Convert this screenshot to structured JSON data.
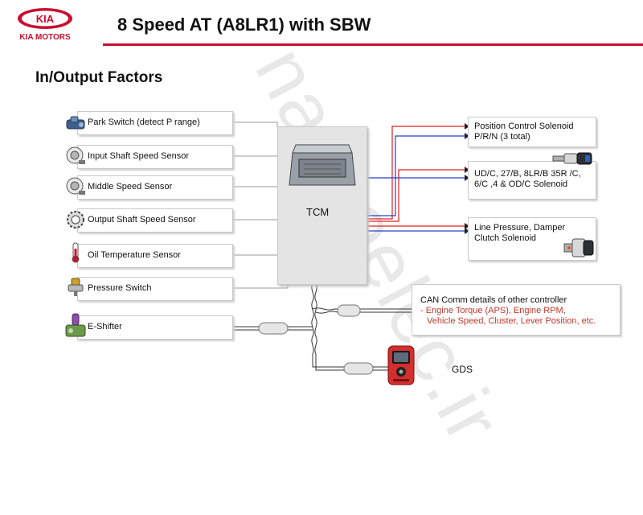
{
  "header": {
    "brand_logo_text": "KIA",
    "brand_logo_subtext": "KIA MOTORS",
    "slide_title": "8 Speed AT (A8LR1) with SBW",
    "section_title": "In/Output Factors",
    "accent_color": "#c8102e"
  },
  "watermark": "nasi.oelec.ir",
  "inputs": [
    {
      "label": "Park Switch (detect P range)",
      "icon": "park-switch-icon"
    },
    {
      "label": "Input Shaft Speed Sensor",
      "icon": "speed-sensor-icon"
    },
    {
      "label": "Middle Speed Sensor",
      "icon": "speed-sensor-icon"
    },
    {
      "label": "Output Shaft Speed Sensor",
      "icon": "gear-sensor-icon"
    },
    {
      "label": "Oil Temperature Sensor",
      "icon": "thermometer-icon"
    },
    {
      "label": "Pressure Switch",
      "icon": "pressure-switch-icon"
    },
    {
      "label": "E-Shifter",
      "icon": "shifter-icon"
    }
  ],
  "tcm": {
    "label": "TCM"
  },
  "outputs": [
    {
      "line1": "Position Control Solenoid",
      "line2": "P/R/N (3 total)",
      "icon": "solenoid-icon"
    },
    {
      "line1": "UD/C, 27/B, 8LR/B 35R /C,",
      "line2": "6/C ,4 & OD/C Solenoid",
      "icon": "solenoid-icon"
    },
    {
      "line1": "Line Pressure, Damper",
      "line2": "Clutch Solenoid",
      "icon": "solenoid-icon"
    }
  ],
  "can": {
    "title": "CAN Comm details of other controller",
    "line1": "- Engine Torque (APS), Engine RPM,",
    "line2": "Vehicle Speed, Cluster, Lever Position, etc."
  },
  "gds": {
    "label": "GDS",
    "icon": "gds-scanner-icon"
  },
  "colors": {
    "signal_red": "#e02020",
    "signal_blue": "#2040d0",
    "wire_gray": "#9a9a9a",
    "can_text": "#c0392b"
  }
}
